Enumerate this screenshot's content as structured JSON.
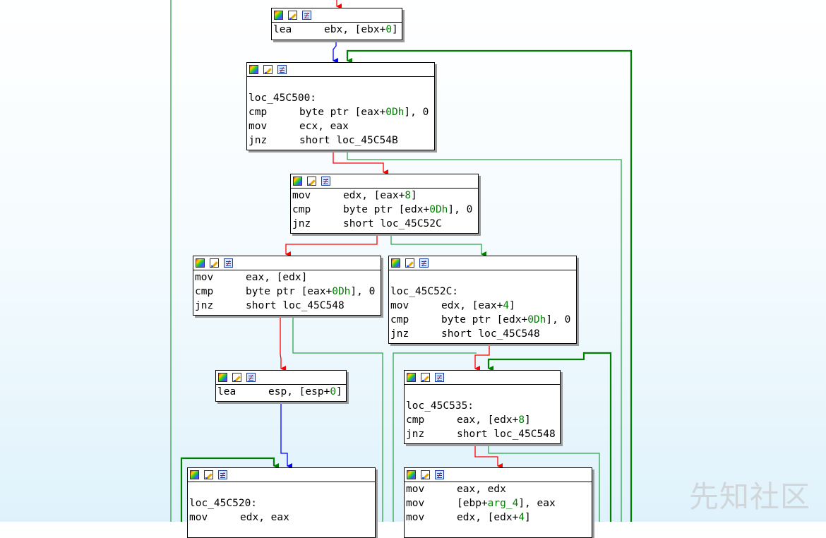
{
  "nodes": [
    {
      "id": "n1",
      "lines": [
        {
          "ins": "lea",
          "ops": "ebx, [ebx+",
          "num": "0",
          "tail": "]"
        }
      ]
    },
    {
      "id": "n2",
      "label": "loc_45C500:",
      "lines": [
        {
          "ins": "cmp",
          "ops": "byte ptr [eax+",
          "num": "0Dh",
          "tail": "], 0"
        },
        {
          "ins": "mov",
          "ops": "ecx, eax"
        },
        {
          "ins": "jnz",
          "ops": "short loc_45C54B"
        }
      ]
    },
    {
      "id": "n3",
      "lines": [
        {
          "ins": "mov",
          "ops": "edx, [eax+",
          "num": "8",
          "tail": "]"
        },
        {
          "ins": "cmp",
          "ops": "byte ptr [edx+",
          "num": "0Dh",
          "tail": "], 0"
        },
        {
          "ins": "jnz",
          "ops": "short loc_45C52C"
        }
      ]
    },
    {
      "id": "n4",
      "lines": [
        {
          "ins": "mov",
          "ops": "eax, [edx]"
        },
        {
          "ins": "cmp",
          "ops": "byte ptr [eax+",
          "num": "0Dh",
          "tail": "], 0"
        },
        {
          "ins": "jnz",
          "ops": "short loc_45C548"
        }
      ]
    },
    {
      "id": "n5",
      "label": "loc_45C52C:",
      "lines": [
        {
          "ins": "mov",
          "ops": "edx, [eax+",
          "num": "4",
          "tail": "]"
        },
        {
          "ins": "cmp",
          "ops": "byte ptr [edx+",
          "num": "0Dh",
          "tail": "], 0"
        },
        {
          "ins": "jnz",
          "ops": "short loc_45C548"
        }
      ]
    },
    {
      "id": "n6",
      "lines": [
        {
          "ins": "lea",
          "ops": "esp, [esp+",
          "num": "0",
          "tail": "]"
        }
      ]
    },
    {
      "id": "n7",
      "label": "loc_45C535:",
      "lines": [
        {
          "ins": "cmp",
          "ops": "eax, [edx+",
          "num": "8",
          "tail": "]"
        },
        {
          "ins": "jnz",
          "ops": "short loc_45C548"
        }
      ]
    },
    {
      "id": "n8",
      "label": "loc_45C520:",
      "lines": [
        {
          "ins": "mov",
          "ops": "edx, eax"
        }
      ]
    },
    {
      "id": "n9",
      "lines": [
        {
          "ins": "mov",
          "ops": "eax, edx"
        },
        {
          "ins": "mov",
          "ops": "[ebp+",
          "num": "arg_4",
          "tail": "], eax"
        },
        {
          "ins": "mov",
          "ops": "edx, [edx+",
          "num": "4",
          "tail": "]"
        }
      ]
    }
  ],
  "colors": {
    "true_edge": "#008000",
    "false_edge": "#ff0000",
    "jump_edge": "#0000ff",
    "flow_line": "#2ea64a"
  },
  "watermark": "先知社区"
}
